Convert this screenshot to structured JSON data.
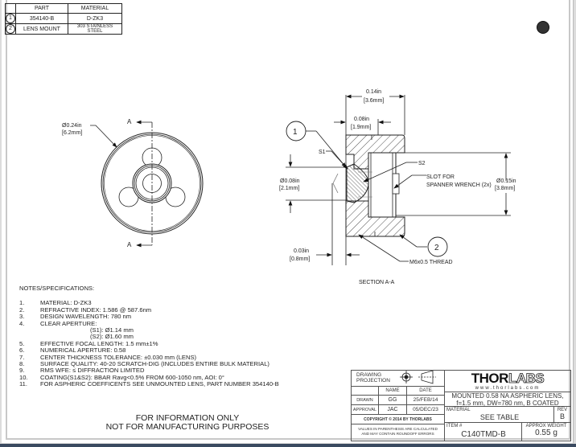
{
  "parts_table": {
    "headers": [
      "",
      "PART",
      "MATERIAL"
    ],
    "rows": [
      {
        "num": "1",
        "part": "354140-B",
        "material": "D-ZK3"
      },
      {
        "num": "2",
        "part": "LENS MOUNT",
        "material": "303 STAINLESS STEEL"
      }
    ]
  },
  "front_view": {
    "diameter_in": "Ø0.24in",
    "diameter_mm": "[6.2mm]",
    "section_marker_top": "A",
    "section_marker_bottom": "A"
  },
  "section_view": {
    "title": "SECTION A-A",
    "dim_width_in": "0.14in",
    "dim_width_mm": "[3.6mm]",
    "dim_slot_in": "0.08in",
    "dim_slot_mm": "[1.9mm]",
    "dim_aperture_in": "Ø0.08in",
    "dim_aperture_mm": "[2.1mm]",
    "dim_bore_in": "Ø0.15in",
    "dim_bore_mm": "[3.8mm]",
    "dim_offset_in": "0.03in",
    "dim_offset_mm": "[0.8mm]",
    "label_s1": "S1",
    "label_s2": "S2",
    "slot_note_line1": "SLOT FOR",
    "slot_note_line2": "SPANNER WRENCH (2x)",
    "thread_note": "M6x0.5 THREAD",
    "balloon_1": "1",
    "balloon_2": "2"
  },
  "notes": {
    "title": "NOTES/SPECIFICATIONS:",
    "items": [
      {
        "n": "1.",
        "text": "MATERIAL: D-ZK3"
      },
      {
        "n": "2.",
        "text": "REFRACTIVE INDEX: 1.586 @ 587.6nm"
      },
      {
        "n": "3.",
        "text": "DESIGN WAVELENGTH: 780 nm"
      },
      {
        "n": "4.",
        "text": "CLEAR APERTURE:"
      },
      {
        "n": "",
        "text": "(S1): Ø1.14 mm",
        "sub": true
      },
      {
        "n": "",
        "text": "(S2): Ø1.60 mm",
        "sub": true
      },
      {
        "n": "5.",
        "text": "EFFECTIVE FOCAL LENGTH: 1.5 mm±1%"
      },
      {
        "n": "6.",
        "text": "NUMERICAL APERTURE: 0.58"
      },
      {
        "n": "7.",
        "text": "CENTER THICKNESS TOLERANCE: ±0.030 mm (LENS)"
      },
      {
        "n": "8.",
        "text": "SURFACE QUALITY: 40-20 SCRATCH-DIG (INCLUDES ENTIRE BULK MATERIAL)"
      },
      {
        "n": "9.",
        "text": "RMS WFE: ≤ DIFFRACTION LIMITED"
      },
      {
        "n": "10.",
        "text": "COATING(S1&S2): BBAR Ravg<0.5% FROM 600-1050 nm, AOI: 0°"
      },
      {
        "n": "11.",
        "text": "FOR ASPHERIC COEFFICENTS SEE UNMOUNTED LENS, PART NUMBER 354140-B"
      }
    ]
  },
  "disclaimer": {
    "line1": "FOR INFORMATION ONLY",
    "line2": "NOT FOR MANUFACTURING PURPOSES"
  },
  "title_block": {
    "projection_label": "DRAWING PROJECTION",
    "name_header": "NAME",
    "date_header": "DATE",
    "drawn_label": "DRAWN",
    "drawn_name": "GG",
    "drawn_date": "25/FEB/14",
    "approval_label": "APPROVAL",
    "approval_name": "JAC",
    "approval_date": "05/DEC/23",
    "copyright": "COPYRIGHT © 2014 BY THORLABS",
    "values_note": "VALUES IN PARENTHESIS ARE CALCULATED AND MAY CONTAIN ROUNDOFF ERRORS",
    "logo_thor": "THOR",
    "logo_labs": "LABS",
    "website": "www.thorlabs.com",
    "description_line1": "MOUNTED 0.58 NA ASPHERIC LENS,",
    "description_line2": "f=1.5 mm, DW=780 nm, B COATED",
    "material_label": "MATERIAL",
    "material_value": "SEE TABLE",
    "rev_label": "REV",
    "rev_value": "B",
    "item_label": "ITEM #",
    "item_value": "C140TMD-B",
    "weight_label": "APPROX WEIGHT",
    "weight_value": "0.55 g"
  }
}
